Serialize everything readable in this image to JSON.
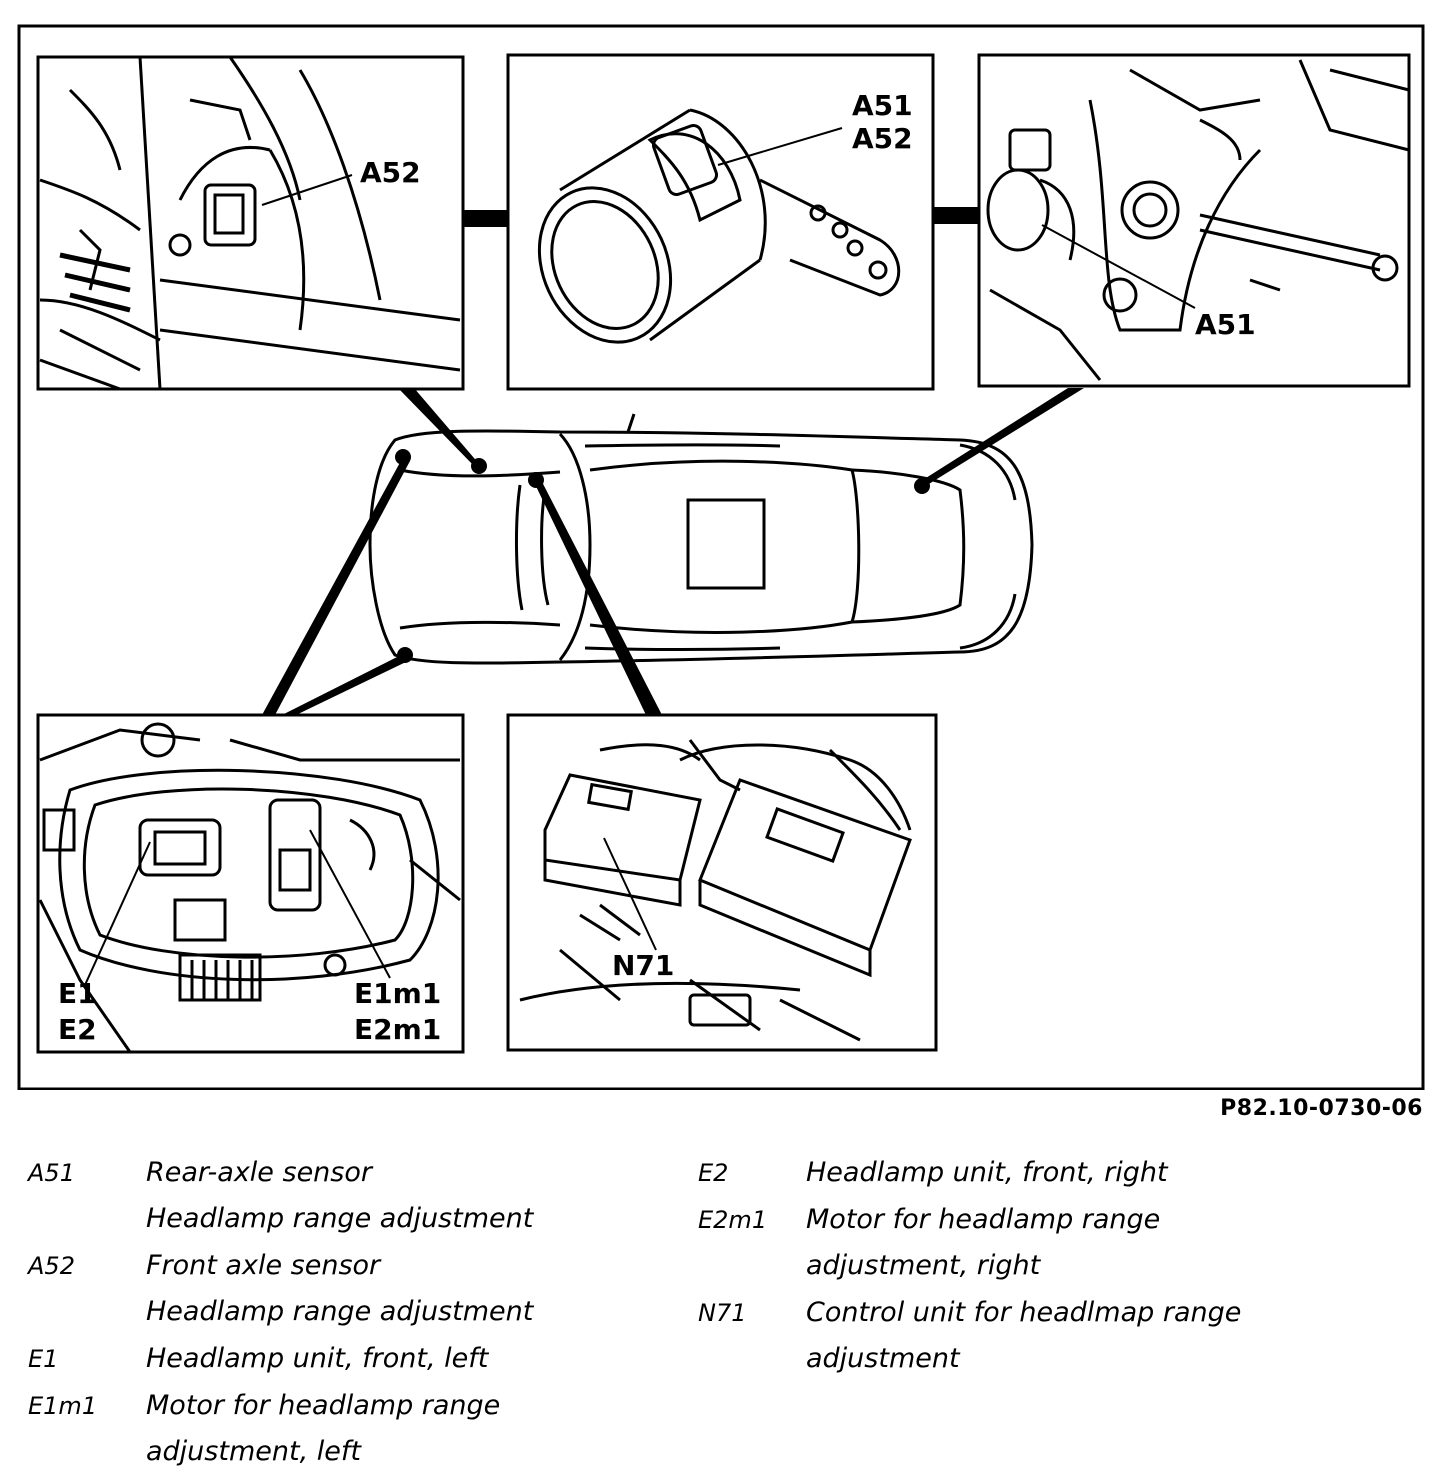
{
  "callouts": {
    "panel_top_left": "A52",
    "panel_top_center_1": "A51",
    "panel_top_center_2": "A52",
    "panel_top_right": "A51",
    "panel_bottom_left_1": "E1",
    "panel_bottom_left_2": "E2",
    "panel_bottom_left_3": "E1m1",
    "panel_bottom_left_4": "E2m1",
    "panel_bottom_center": "N71"
  },
  "figure_code": "P82.10-0730-06",
  "legend": {
    "left": [
      {
        "code": "A51",
        "lines": [
          "Rear-axle sensor",
          "Headlamp range adjustment"
        ]
      },
      {
        "code": "A52",
        "lines": [
          "Front axle sensor",
          "Headlamp range adjustment"
        ]
      },
      {
        "code": "E1",
        "lines": [
          "Headlamp unit, front, left"
        ]
      },
      {
        "code": "E1m1",
        "lines": [
          "Motor for headlamp range",
          "adjustment, left"
        ]
      }
    ],
    "right": [
      {
        "code": "E2",
        "lines": [
          "Headlamp unit, front, right"
        ]
      },
      {
        "code": "E2m1",
        "lines": [
          "Motor for headlamp range",
          "adjustment, right"
        ]
      },
      {
        "code": "N71",
        "lines": [
          "Control unit for headlmap range",
          "adjustment"
        ]
      }
    ]
  }
}
